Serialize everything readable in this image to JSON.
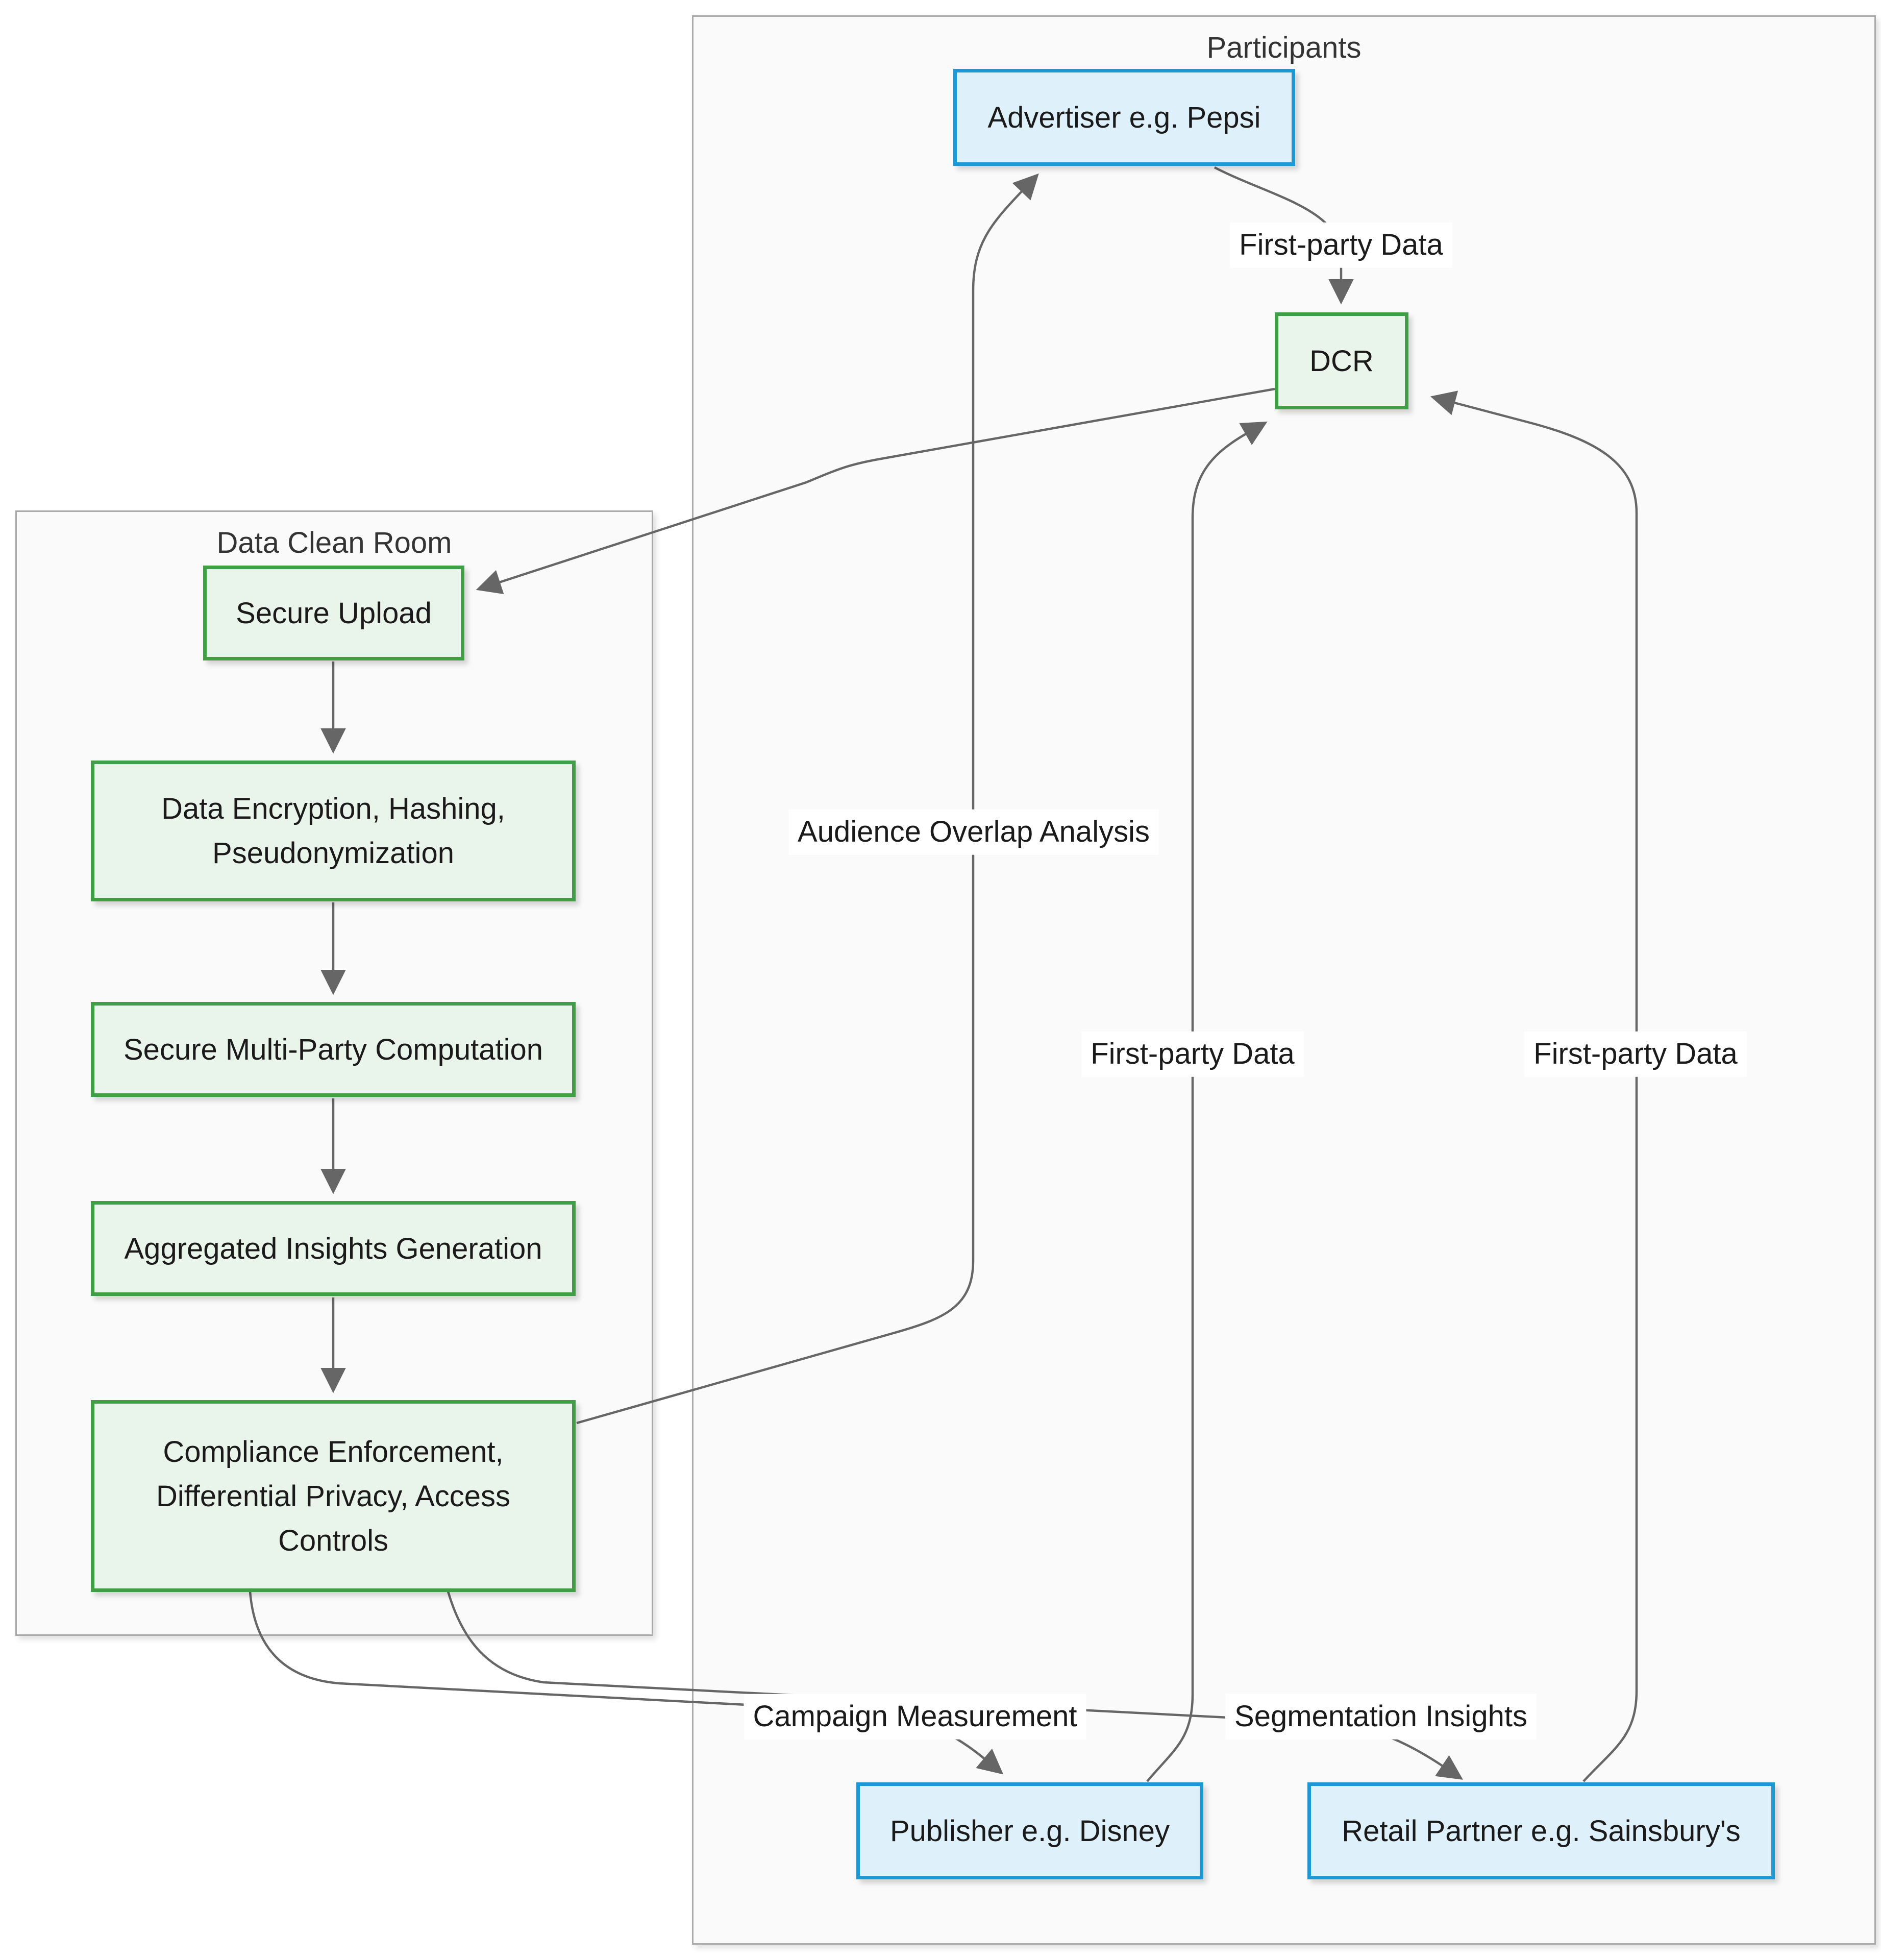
{
  "diagram": {
    "type": "flowchart",
    "containers": {
      "participants": {
        "label": "Participants"
      },
      "clean_room": {
        "label": "Data Clean Room"
      }
    },
    "nodes": {
      "advertiser": {
        "label": "Advertiser e.g. Pepsi",
        "lines": [
          "Advertiser e.g. Pepsi"
        ],
        "style": "blue"
      },
      "dcr": {
        "label": "DCR",
        "lines": [
          "DCR"
        ],
        "style": "green"
      },
      "upload": {
        "label": "Secure Upload",
        "lines": [
          "Secure Upload"
        ],
        "style": "green"
      },
      "encryption": {
        "label": "Data Encryption, Hashing, Pseudonymization",
        "lines": [
          "Data Encryption, Hashing,",
          "Pseudonymization"
        ],
        "style": "green"
      },
      "smpc": {
        "label": "Secure Multi-Party Computation",
        "lines": [
          "Secure Multi-Party Computation"
        ],
        "style": "green"
      },
      "aggregated": {
        "label": "Aggregated Insights Generation",
        "lines": [
          "Aggregated Insights Generation"
        ],
        "style": "green"
      },
      "compliance": {
        "label": "Compliance Enforcement, Differential Privacy, Access Controls",
        "lines": [
          "Compliance Enforcement,",
          "Differential Privacy, Access",
          "Controls"
        ],
        "style": "green"
      },
      "publisher": {
        "label": "Publisher e.g. Disney",
        "lines": [
          "Publisher e.g. Disney"
        ],
        "style": "blue"
      },
      "retail": {
        "label": "Retail Partner e.g. Sainsbury's",
        "lines": [
          "Retail Partner e.g. Sainsbury's"
        ],
        "style": "blue"
      }
    },
    "edge_labels": {
      "fpd_advertiser": {
        "text": "First-party Data"
      },
      "audience_overlap": {
        "text": "Audience Overlap Analysis"
      },
      "fpd_publisher": {
        "text": "First-party Data"
      },
      "fpd_retail": {
        "text": "First-party Data"
      },
      "campaign_measurement": {
        "text": "Campaign Measurement"
      },
      "segmentation_insights": {
        "text": "Segmentation Insights"
      }
    },
    "edges": [
      {
        "from": "advertiser",
        "to": "dcr",
        "label": "First-party Data"
      },
      {
        "from": "dcr",
        "to": "upload",
        "label": ""
      },
      {
        "from": "upload",
        "to": "encryption",
        "label": ""
      },
      {
        "from": "encryption",
        "to": "smpc",
        "label": ""
      },
      {
        "from": "smpc",
        "to": "aggregated",
        "label": ""
      },
      {
        "from": "aggregated",
        "to": "compliance",
        "label": ""
      },
      {
        "from": "compliance",
        "to": "advertiser",
        "label": "Audience Overlap Analysis"
      },
      {
        "from": "publisher",
        "to": "dcr",
        "label": "First-party Data"
      },
      {
        "from": "retail",
        "to": "dcr",
        "label": "First-party Data"
      },
      {
        "from": "compliance",
        "to": "publisher",
        "label": "Campaign Measurement"
      },
      {
        "from": "compliance",
        "to": "retail",
        "label": "Segmentation Insights"
      }
    ],
    "colors": {
      "node_blue_border": "#1a99d6",
      "node_blue_fill": "#def1fb",
      "node_green_border": "#3f9e46",
      "node_green_fill": "#e9f5ea",
      "edge_stroke": "#666666",
      "container_fill": "#fafafa",
      "container_border": "#aaaaaa",
      "container_label_color": "#333333",
      "node_text_color": "#1a1a1a"
    }
  }
}
